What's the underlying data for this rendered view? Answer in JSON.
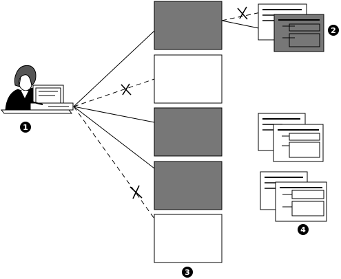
{
  "colors": {
    "line": "#000000",
    "fill_dark": "#777777",
    "fill_light": "#ffffff",
    "callout_bg": "#000000",
    "callout_text": "#ffffff",
    "skin": "#ffffff",
    "hair": "#555555"
  },
  "callouts": [
    {
      "label": "1"
    },
    {
      "label": "2"
    },
    {
      "label": "3"
    },
    {
      "label": "4"
    }
  ],
  "panels": [
    {
      "fill": "dark",
      "connector": "solid"
    },
    {
      "fill": "light",
      "connector": "dashed-blocked"
    },
    {
      "fill": "dark",
      "connector": "solid"
    },
    {
      "fill": "dark",
      "connector": "solid"
    },
    {
      "fill": "light",
      "connector": "dashed-blocked"
    }
  ],
  "icons": [
    "user-at-computer-icon",
    "blocked-x-icon",
    "stacked-windows-icon"
  ]
}
